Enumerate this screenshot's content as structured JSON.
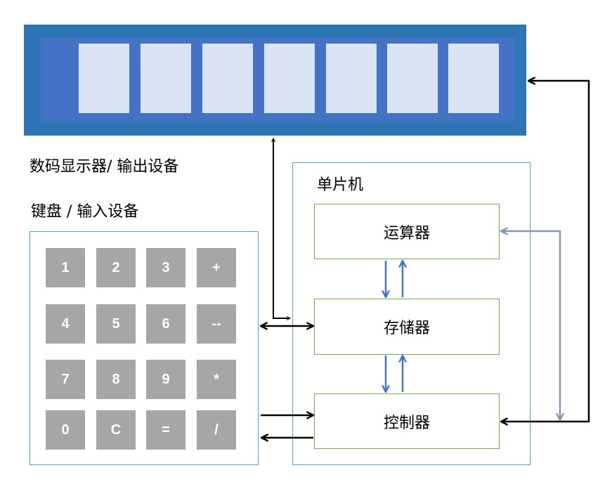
{
  "display": {
    "label": "数码显示器/ 输出设备",
    "digit_count": 7
  },
  "keyboard": {
    "label": "键盘 / 输入设备",
    "keys": [
      "1",
      "2",
      "3",
      "+",
      "4",
      "5",
      "6",
      "--",
      "7",
      "8",
      "9",
      "*",
      "0",
      "C",
      "=",
      "/"
    ]
  },
  "mcu": {
    "label": "单片机",
    "alu": "运算器",
    "memory": "存储器",
    "controller": "控制器"
  },
  "colors": {
    "display_outer": "#2e75b6",
    "display_inner": "#4472c4",
    "digit": "#dae3f3",
    "key": "#a6a6a6",
    "box_border": "#5b9bd5",
    "unit_border": "#70ad47",
    "internal_arrow": "#4472c4",
    "alu_link": "#8497b0"
  }
}
